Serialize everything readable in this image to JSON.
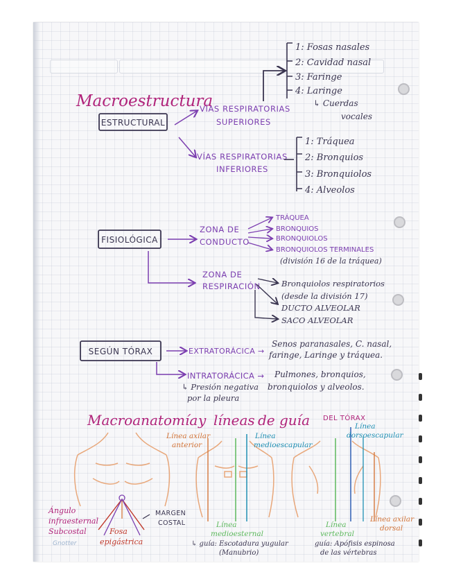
{
  "colors": {
    "purple": "#7c3fb0",
    "magenta": "#b0237a",
    "dark": "#3a3550",
    "orange": "#d4763a",
    "red": "#c0392b",
    "green": "#5cb85c",
    "teal": "#1f8fb3",
    "blue": "#2f5fb4",
    "skin": "#e8a77a"
  },
  "title": "Macroestructura",
  "structural": {
    "box": "ESTRUCTURAL",
    "upper": {
      "label_1": "VÍAS RESPIRATORIAS",
      "label_2": "SUPERIORES"
    },
    "upper_items": [
      "1: Fosas nasales",
      "2: Cavidad nasal",
      "3: Faringe",
      "4: Laringe"
    ],
    "upper_note_1": "↳ Cuerdas",
    "upper_note_2": "vocales",
    "lower": {
      "label_1": "VÍAS RESPIRATORIAS",
      "label_2": "INFERIORES"
    },
    "lower_items": [
      "1: Tráquea",
      "2: Bronquios",
      "3: Bronquiolos",
      "4: Alveolos"
    ]
  },
  "physiological": {
    "box": "FISIOLÓGICA",
    "conduct": {
      "label_1": "ZONA DE",
      "label_2": "CONDUCTO"
    },
    "conduct_items": [
      "TRÁQUEA",
      "BRONQUIOS",
      "BRONQUIOLOS",
      "BRONQUIOLOS TERMINALES"
    ],
    "conduct_note": "(división 16 de la tráquea)",
    "respir": {
      "label_1": "ZONA DE",
      "label_2": "RESPIRACIÓN"
    },
    "respir_items": [
      "Bronquiolos respiratorios",
      "(desde la división 17)",
      "DUCTO ALVEOLAR",
      "SACO ALVEOLAR"
    ]
  },
  "thorax": {
    "box": "SEGÚN TÓRAX",
    "extra": "EXTRATORÁCICA →",
    "extra_note_1": "Senos paranasales, C. nasal,",
    "extra_note_2": "faringe, Laringe y tráquea.",
    "intra": "INTRATORÁCICA →",
    "intra_note_1": "Pulmones, bronquios,",
    "intra_note_2": "bronquiolos y alveolos.",
    "intra_sub_1": "↳ Presión negativa",
    "intra_sub_2": "por la pleura"
  },
  "section2": {
    "title_1": "Macroanatomía",
    "title_2": "y",
    "title_3": "líneas",
    "title_4": "de guía",
    "title_5": "DEL TÓRAX"
  },
  "labels": {
    "axilar_anterior_1": "Línea axilar",
    "axilar_anterior_2": "anterior",
    "medioescapular_1": "Línea",
    "medioescapular_2": "medioescapular",
    "dorsoescapular_1": "Línea",
    "dorsoescapular_2": "dorsoescapular",
    "angulo_1": "Ángulo",
    "angulo_2": "infraesternal",
    "angulo_3": "Subcostal",
    "fosa_1": "Fosa",
    "fosa_2": "epigástrica",
    "margen_1": "MARGEN",
    "margen_2": "COSTAL",
    "medioesternal_1": "Línea",
    "medioesternal_2": "medioesternal",
    "guia_1": "↳ guía: Escotadura yugular",
    "guia_2": "(Manubrio)",
    "vertebral_1": "Línea",
    "vertebral_2": "vertebral",
    "guia2_1": "guía: Apófisis espinosa",
    "guia2_2": "de las vértebras",
    "axilar_dorsal_1": "Línea axilar",
    "axilar_dorsal_2": "dorsal"
  },
  "watermark": "Gnotter"
}
